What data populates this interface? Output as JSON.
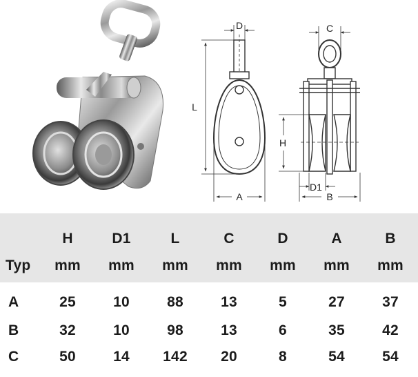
{
  "diagram": {
    "dimension_labels": [
      "D",
      "L",
      "A",
      "C",
      "H",
      "D1",
      "B"
    ]
  },
  "table": {
    "row_header": "Typ",
    "columns": [
      {
        "name": "H",
        "unit": "mm"
      },
      {
        "name": "D1",
        "unit": "mm"
      },
      {
        "name": "L",
        "unit": "mm"
      },
      {
        "name": "C",
        "unit": "mm"
      },
      {
        "name": "D",
        "unit": "mm"
      },
      {
        "name": "A",
        "unit": "mm"
      },
      {
        "name": "B",
        "unit": "mm"
      }
    ],
    "rows": [
      {
        "type": "A",
        "values": [
          "25",
          "10",
          "88",
          "13",
          "5",
          "27",
          "37"
        ]
      },
      {
        "type": "B",
        "values": [
          "32",
          "10",
          "98",
          "13",
          "6",
          "35",
          "42"
        ]
      },
      {
        "type": "C",
        "values": [
          "50",
          "14",
          "142",
          "20",
          "8",
          "54",
          "54"
        ]
      }
    ]
  }
}
